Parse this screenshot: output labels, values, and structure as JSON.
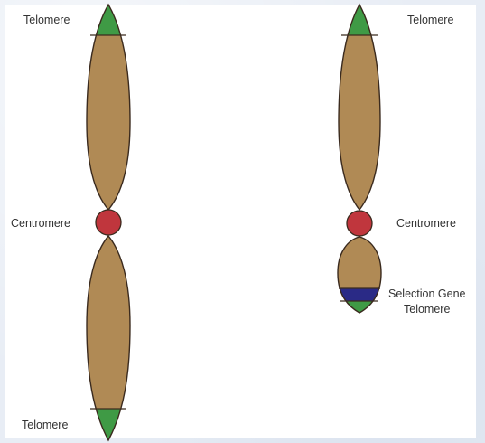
{
  "labels": {
    "left_top_telomere": "Telomere",
    "left_centromere": "Centromere",
    "left_bottom_telomere": "Telomere",
    "right_top_telomere": "Telomere",
    "right_centromere": "Centromere",
    "selection_gene": "Selection Gene",
    "right_bottom_telomere": "Telomere"
  },
  "colors": {
    "arm": "#b08a55",
    "telomere": "#3f9a45",
    "centromere": "#c0363d",
    "selection_gene": "#2a2a86",
    "outline": "#3a2a1e"
  }
}
